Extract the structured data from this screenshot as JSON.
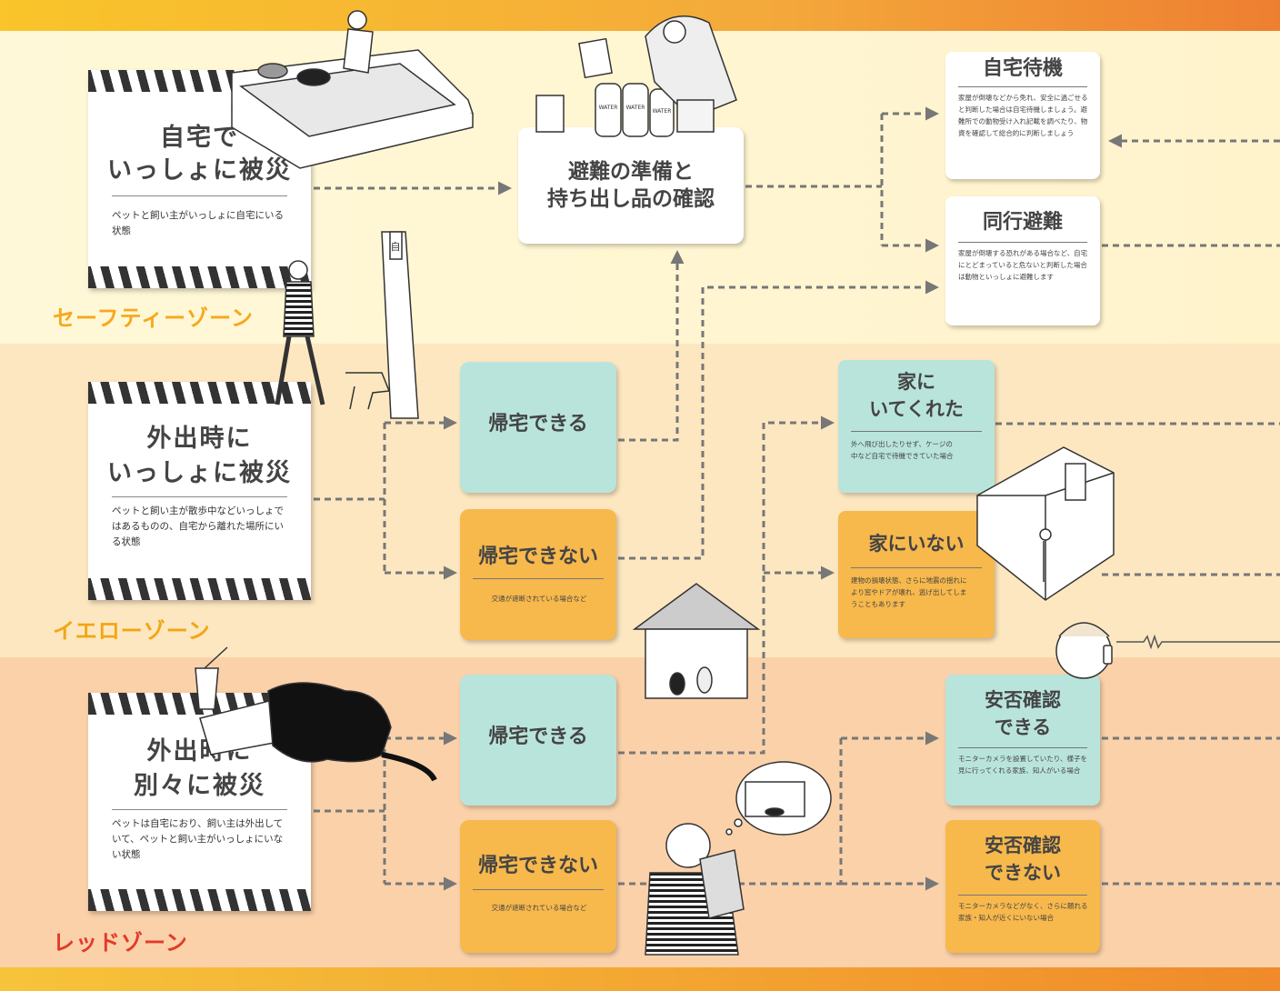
{
  "zones": {
    "safe": {
      "label": "セーフティーゾーン",
      "color": "#f6a81c"
    },
    "yellow": {
      "label": "イエローゾーン",
      "color": "#f2a514"
    },
    "red": {
      "label": "レッドゾーン",
      "color": "#e23a2b"
    }
  },
  "situations": {
    "home": {
      "title_line1": "自宅で",
      "title_line2": "いっしょに被災",
      "desc": "ペットと飼い主がいっしょに自宅にいる状態"
    },
    "outing_together": {
      "title_line1": "外出時に",
      "title_line2": "いっしょに被災",
      "desc": "ペットと飼い主が散歩中などいっしょではあるものの、自宅から離れた場所にいる状態"
    },
    "outing_apart": {
      "title_line1": "外出時に",
      "title_line2": "別々に被災",
      "desc": "ペットは自宅におり、飼い主は外出していて、ペットと飼い主がいっしょにいない状態"
    }
  },
  "prep": {
    "line1": "避難の準備と",
    "line2": "持ち出し品の確認"
  },
  "branches": {
    "can_return": "帰宅できる",
    "cannot_return": "帰宅できない",
    "cannot_return_note": "交通が遮断されている場合など"
  },
  "outcomes": {
    "stay_home": {
      "title": "自宅待機",
      "desc": "家屋が倒壊などから免れ、安全に過ごせると判断した場合は自宅待機しましょう。避難所での動物受け入れ記載を調べたり、物資を確認して総合的に判断しましょう"
    },
    "evacuate": {
      "title": "同行避難",
      "desc": "家屋が倒壊する恐れがある場合など、自宅にとどまっていると危ないと判断した場合は動物といっしょに避難します"
    },
    "pet_home": {
      "title_line1": "家に",
      "title_line2": "いてくれた",
      "desc": "外へ飛び出したりせず、ケージの中など自宅で待機できていた場合"
    },
    "pet_gone": {
      "title": "家にいない",
      "desc": "建物の損壊状態、さらに地震の揺れにより窓やドアが壊れ、逃げ出してしまうこともあります"
    },
    "confirm_ok": {
      "title_line1": "安否確認",
      "title_line2": "できる",
      "desc": "モニターカメラを設置していたり、様子を見に行ってくれる家族、知人がいる場合"
    },
    "confirm_ng": {
      "title_line1": "安否確認",
      "title_line2": "できない",
      "desc": "モニターカメラなどがなく、さらに頼れる家族・知人が近くにいない場合"
    }
  },
  "illustrations": {
    "water_label": "WATER",
    "pole_text": "自",
    "icons": [
      "bed-with-cats-icon",
      "supplies-icon",
      "walking-dog-icon",
      "house-cat-icon",
      "room-icon",
      "phone-woman-icon",
      "cat-on-book-icon",
      "worried-woman-icon"
    ]
  },
  "colors": {
    "mint": "#b9e4dc",
    "orange": "#f7b84c",
    "arrow": "#777777"
  }
}
